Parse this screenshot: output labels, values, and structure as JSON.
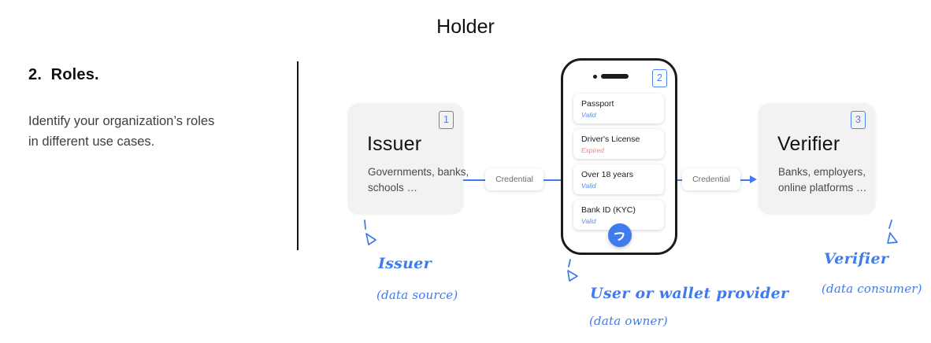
{
  "left": {
    "title": "2.  Roles.",
    "description": "Identify your organization’s roles in different use cases."
  },
  "holder": {
    "title": "Holder",
    "badge": "2",
    "credentials": [
      {
        "name": "Passport",
        "status": "Valid",
        "state": "valid"
      },
      {
        "name": "Driver's License",
        "status": "Expired",
        "state": "expired"
      },
      {
        "name": "Over 18 years",
        "status": "Valid",
        "state": "valid"
      },
      {
        "name": "Bank ID (KYC)",
        "status": "Valid",
        "state": "valid"
      }
    ],
    "action_button_icon": "check-icon"
  },
  "issuer": {
    "badge": "1",
    "title": "Issuer",
    "description": "Governments, banks, schools …"
  },
  "verifier": {
    "badge": "3",
    "title": "Verifier",
    "description": "Banks, employers, online platforms …"
  },
  "connectors": {
    "issuer_to_holder": "Credential",
    "holder_to_verifier": "Credential"
  },
  "annotations": {
    "issuer_label": "Issuer",
    "issuer_sub": "(data source)",
    "holder_label": "User or wallet provider",
    "holder_sub": "(data owner)",
    "verifier_label": "Verifier",
    "verifier_sub": "(data consumer)"
  },
  "colors": {
    "accent_blue": "#3f7bec",
    "badge_blue": "#4d85f0",
    "status_valid": "#5b8bf0",
    "status_expired": "#f08080",
    "card_bg": "#f2f2f2",
    "phone_border": "#1b1b1b"
  }
}
